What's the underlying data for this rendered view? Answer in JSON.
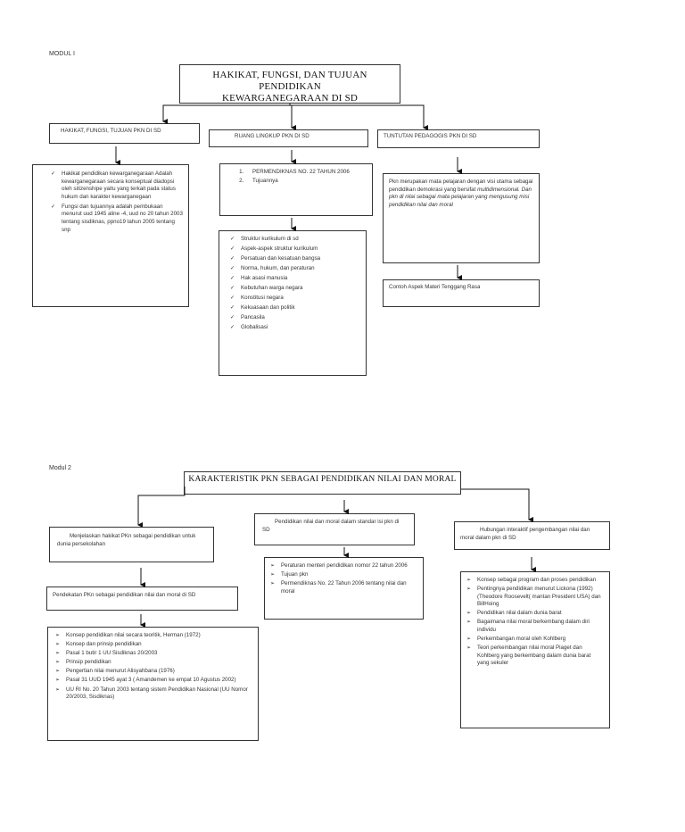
{
  "modul1": {
    "label": "MODUL I",
    "title_line1": "HAKIKAT, FUNGSI, DAN TUJUAN PENDIDIKAN",
    "title_line2": "KEWARGANEGARAAN DI SD",
    "col1": {
      "header": "HAKIKAT, FUNGSI, TUJUAN PKN DI SD",
      "items": [
        "Hakikat pendidikan kewarganegaraan Adalah kewarganegaraan secara konseptual diadopsi oleh sitizenshipe yaitu yang terkait pada status hukum dan karakter kewarganegaan",
        "Fungsi dan tujuannya adalah pembukaan menurut uud 1945 aline -4, uud no 20 tahun 2003 tentang sisdiknas, ppno19 tahun 2005 tentang snp"
      ]
    },
    "col2": {
      "header": "RUANG LINGKUP PKN DI SD",
      "numbered": [
        "PERMENDIKNAS NO. 22 TAHUN 2006",
        "Tujuannya"
      ],
      "items": [
        "Struktur kurikulum di sd",
        "Aspek-aspek struktur kurikulum",
        "Persatuan dan kesatuan bangsa",
        "Norma, hukum, dan peraturan",
        "Hak asasi manusia",
        "Kebutuhan warga negara",
        "Konstitusi negara",
        "Kekuasaan dan politik",
        "Pancasila",
        "Globalisasi"
      ]
    },
    "col3": {
      "header": "TUNTUTAN PEDAGOGIS PKN DI SD",
      "text_normal": "Pkn merupakan mata pelajaran dengan visi utama sebagai pendidikan demokrasi yang bersifat ",
      "text_italic1": "multidimensional",
      "text_italic2": ". Dan pkn di nilai sebagai mata pelajaran yang mengusung misi pendidikan nilai dan moral",
      "bottom": "Contoh Aspek Materi Tenggang Rasa"
    }
  },
  "modul2": {
    "label": "Modul 2",
    "title": "KARAKTERISTIK PKN SEBAGAI PENDIDIKAN NILAI DAN MORAL",
    "left": {
      "box1": "Menjelaskan hakikat PKn sebagai pendidikan untuk dunia persekolahan",
      "box2": "Pendekatan PKn sebagai pendidikan nilai dan moral di SD",
      "items": [
        "Konsep pendidikan nilai secara teoritik, Herman (1972)",
        "Konsep dan prinsip pendidikan",
        "Pasal 1 butir 1 UU Sisdiknas 20/2003",
        "Prinsip pendidikan",
        "Pengertian nilai menurut Alisyahbana (1976)",
        "Pasal 31 UUD 1945 ayat 3 ( Amandemen ke empat 10 Agustus 2002)",
        "UU RI No. 20 Tahun 2003 tentang sistem Pendidikan Nasional (UU Nomor 20/2003, Sisdiknas)"
      ]
    },
    "middle": {
      "box1": "Pendidikan nilai dan moral dalam standar isi pkn di SD",
      "items": [
        "Peraturan menteri pendidikan nomor 22 tahun 2006",
        "Tujuan pkn",
        "Permendiknas No. 22 Tahun 2006 tentang nilai dan moral"
      ]
    },
    "right": {
      "box1": "Hubungan interaktif pengembangan nilai dan moral dalam pkn di SD",
      "items": [
        "Konsep sebagai program dan proses pendidikan",
        "Pentingnya pendidikan menurut Lickona (1992)(Theodore Roosevelt( mantan President USA) dan BillHoing",
        "Pendidikan nilai dalam dunia barat",
        "Bagaimana nilai moral berkembang dalam diri individu",
        "Perkembangan moral oleh Kohlberg",
        "Teori perkembangan nilai moral Piaget dan Kohlberg yang berkembang dalam dunia barat yang sekuler"
      ]
    }
  }
}
